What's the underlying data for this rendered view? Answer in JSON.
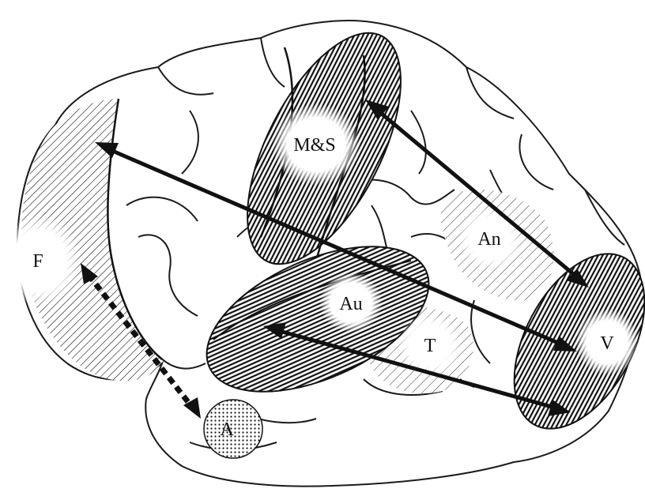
{
  "labels": {
    "ms": "M&S",
    "an": "An",
    "f": "F",
    "au": "Au",
    "t": "T",
    "v": "V",
    "a": "A"
  },
  "colors": {
    "ink": "#111111",
    "background": "#ffffff"
  }
}
